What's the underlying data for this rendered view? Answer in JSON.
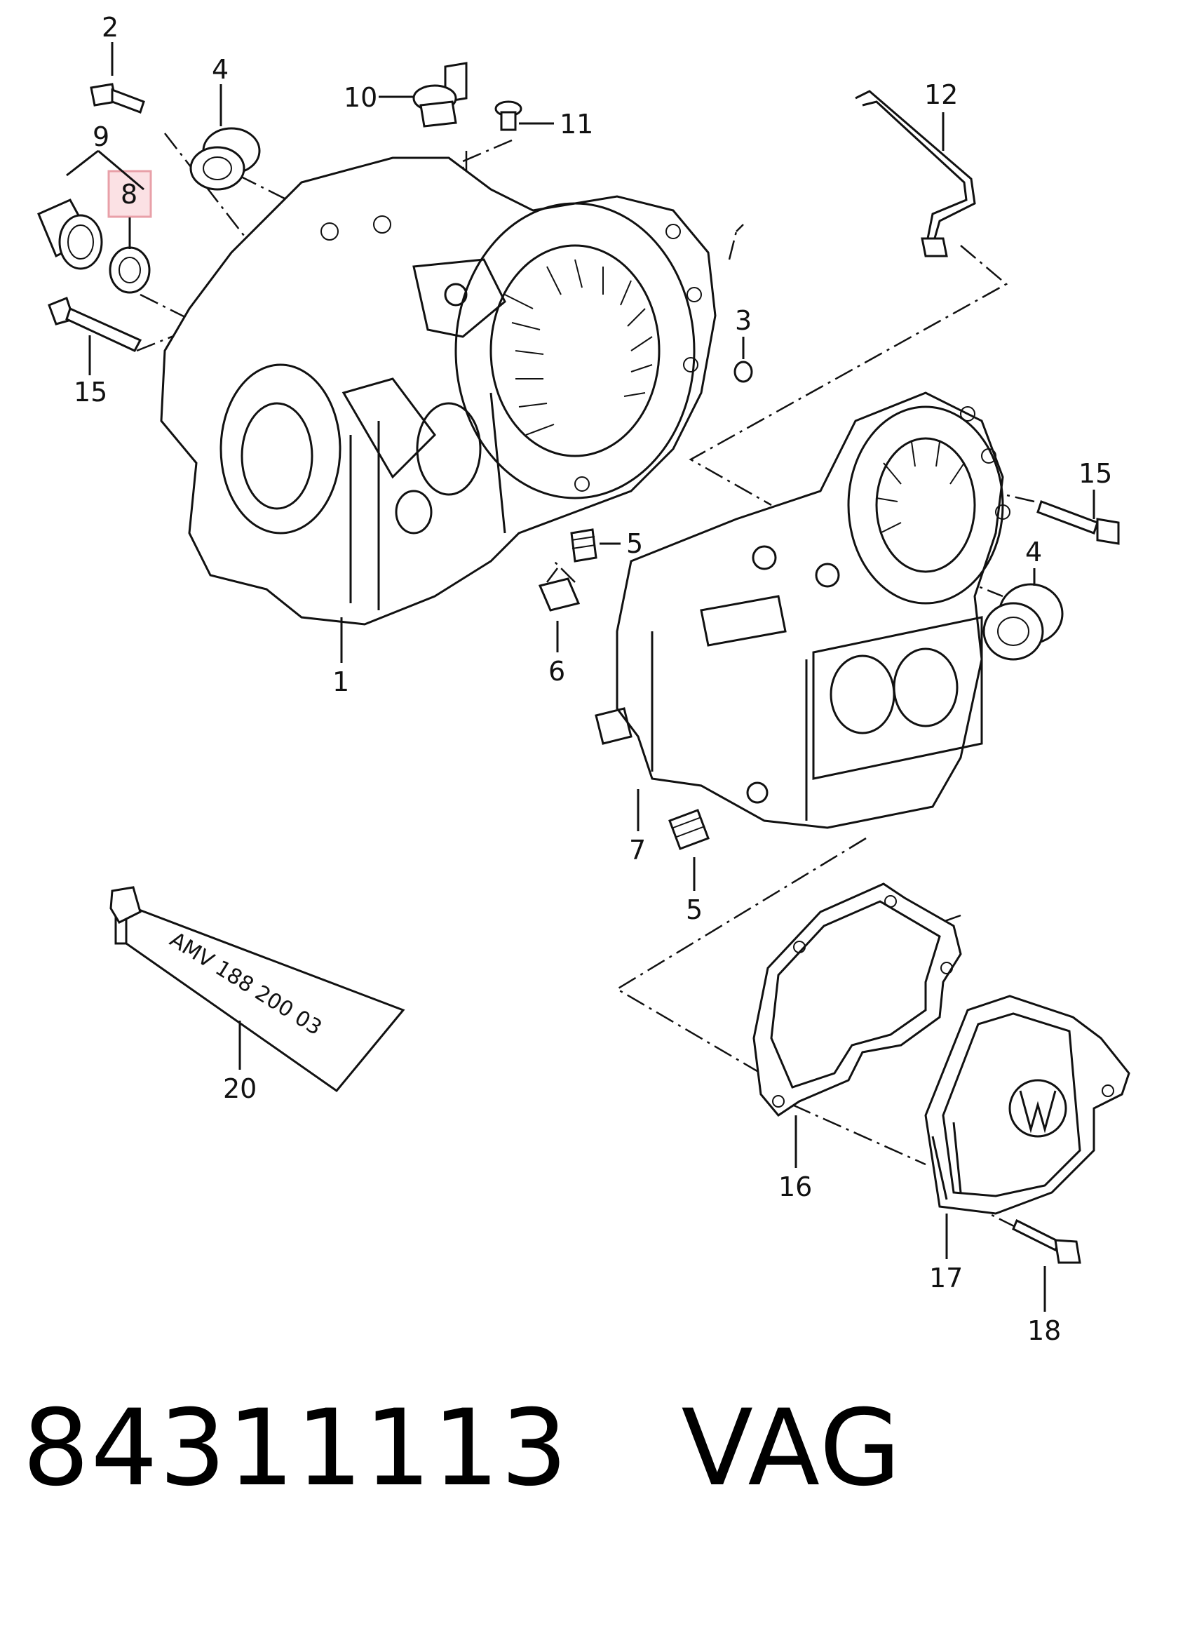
{
  "callouts": [
    {
      "id": "c1",
      "text": "1"
    },
    {
      "id": "c2",
      "text": "2"
    },
    {
      "id": "c3",
      "text": "3"
    },
    {
      "id": "c4a",
      "text": "4"
    },
    {
      "id": "c4b",
      "text": "4"
    },
    {
      "id": "c5a",
      "text": "5"
    },
    {
      "id": "c5b",
      "text": "5"
    },
    {
      "id": "c6",
      "text": "6"
    },
    {
      "id": "c7",
      "text": "7"
    },
    {
      "id": "c8",
      "text": "8"
    },
    {
      "id": "c9",
      "text": "9"
    },
    {
      "id": "c10",
      "text": "10"
    },
    {
      "id": "c11",
      "text": "11"
    },
    {
      "id": "c12",
      "text": "12"
    },
    {
      "id": "c15a",
      "text": "15"
    },
    {
      "id": "c15b",
      "text": "15"
    },
    {
      "id": "c16",
      "text": "16"
    },
    {
      "id": "c17",
      "text": "17"
    },
    {
      "id": "c18",
      "text": "18"
    },
    {
      "id": "c20",
      "text": "20"
    }
  ],
  "highlight": {
    "callout": "8",
    "color": "#e8a0a8"
  },
  "tube_label": "AMV  188 200 03",
  "footer": {
    "part_number": "84311113",
    "brand": "VAG"
  }
}
